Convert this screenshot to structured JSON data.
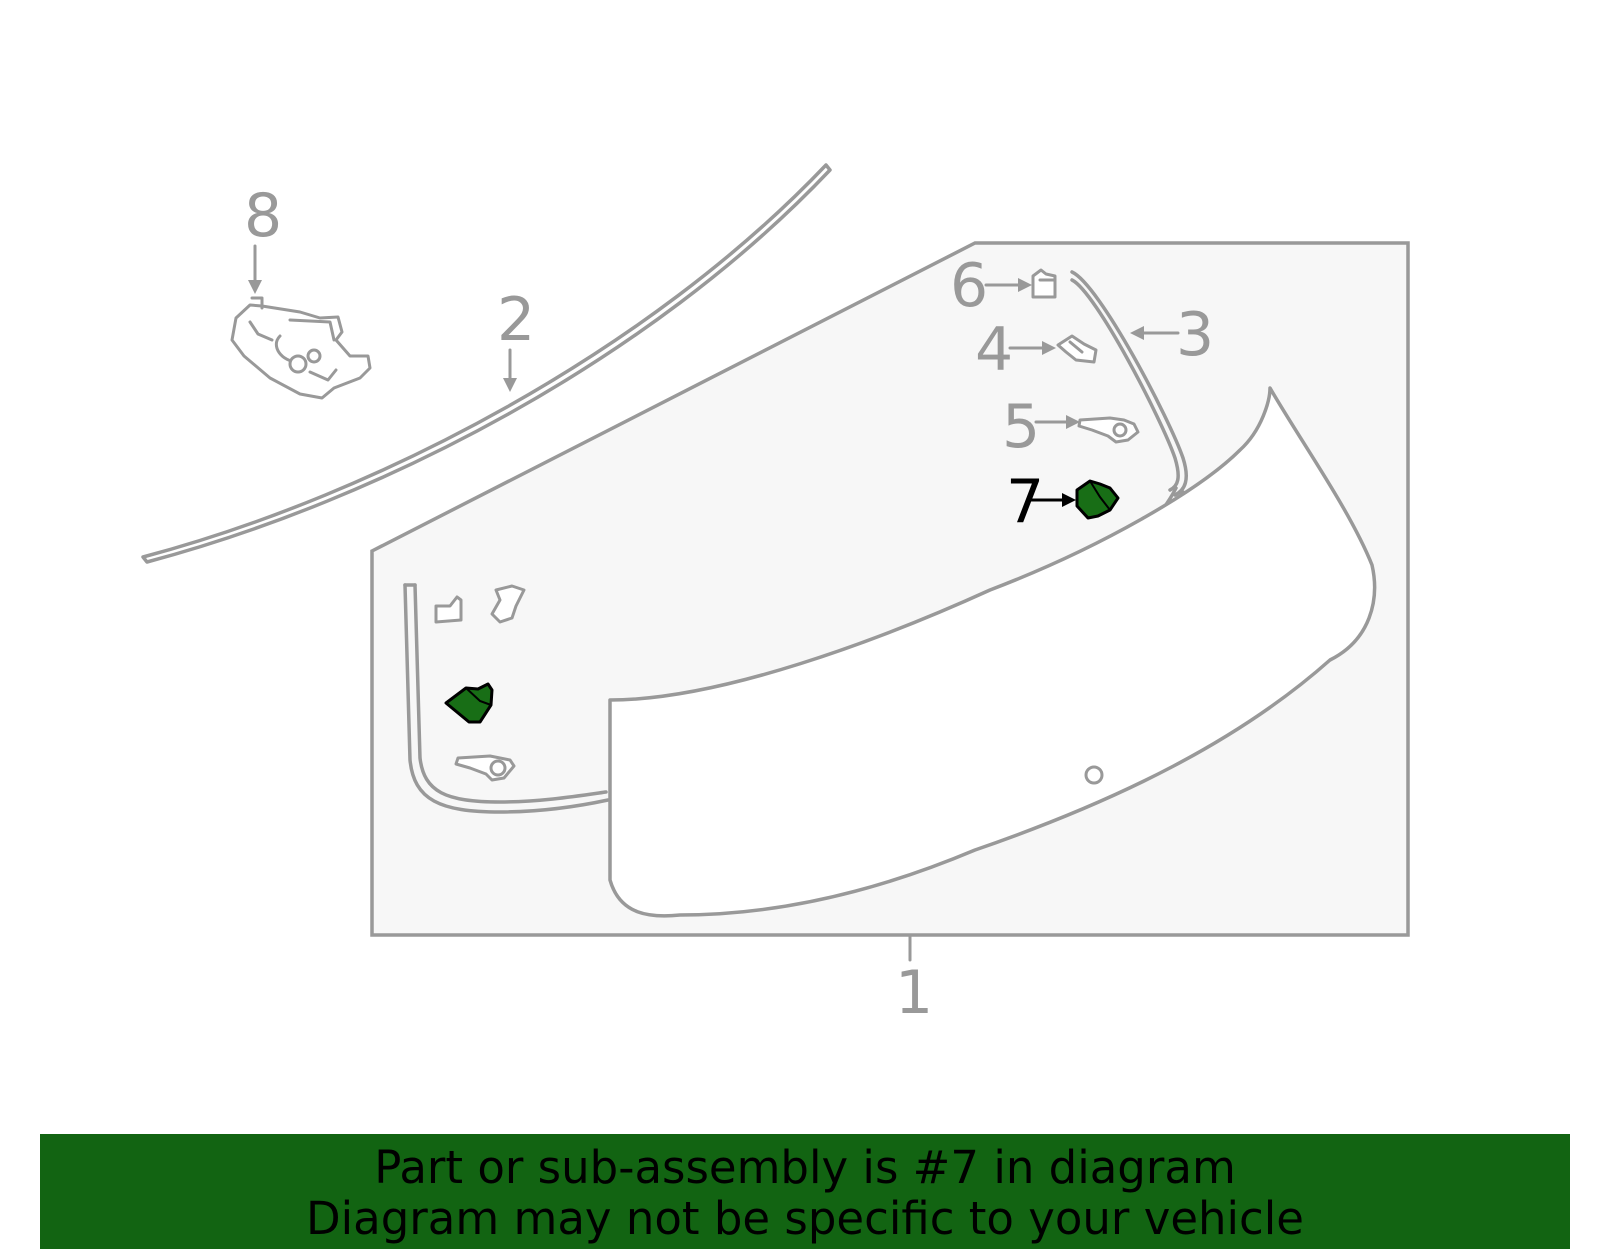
{
  "diagram": {
    "callouts": {
      "c1": "1",
      "c2": "2",
      "c3": "3",
      "c4": "4",
      "c5": "5",
      "c6": "6",
      "c7": "7",
      "c8": "8"
    },
    "highlighted_part": "7",
    "colors": {
      "highlight": "#186e16",
      "outline": "#999999",
      "panel_fill": "#f7f7f7",
      "banner": "#126412"
    }
  },
  "banner": {
    "line1": "Part or sub-assembly is #7 in diagram",
    "line2": "Diagram may not be specific to your vehicle"
  }
}
